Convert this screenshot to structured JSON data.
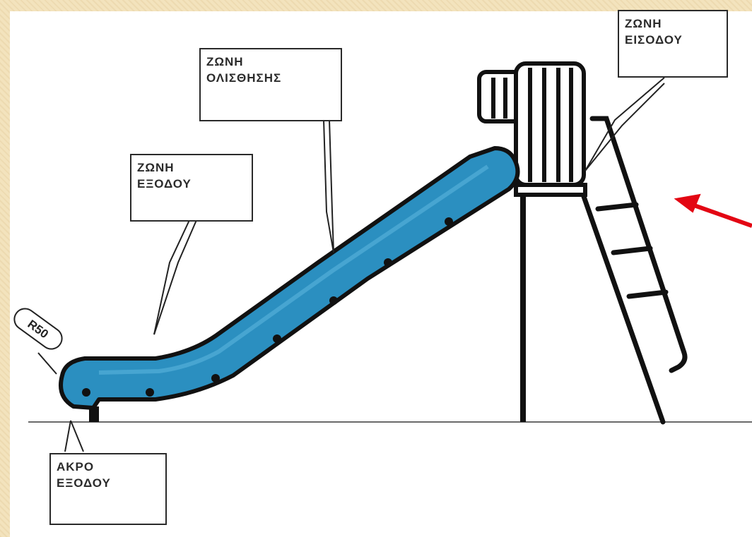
{
  "diagram": {
    "labels": {
      "exit_zone": "ΖΩΝΗ\nΕΞΟΔΟΥ",
      "slide_zone": "ΖΩΝΗ\nΟΛΙΣΘΗΣΗΣ",
      "entry_zone": "ΖΩΝΗ\nΕΙΣΟΔΟΥ",
      "exit_end": "ΑΚΡΟ\nΕΞΟΔΟΥ",
      "radius": "R50"
    },
    "colors": {
      "slide_fill": "#2b8fc0",
      "slide_outline": "#111111",
      "arrow": "#e30613",
      "background": "#ffffff",
      "border": "#f3e3bd"
    }
  }
}
